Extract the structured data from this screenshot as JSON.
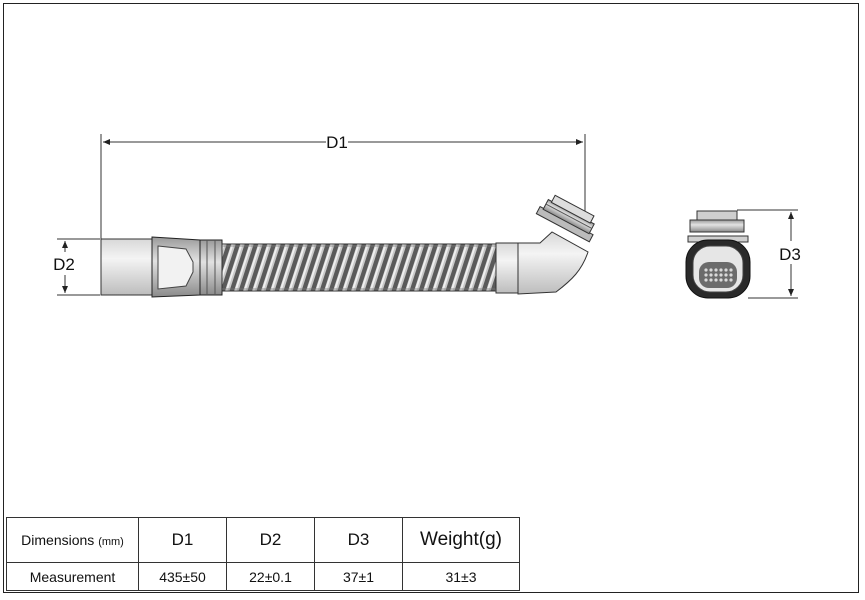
{
  "drawing": {
    "labels": {
      "d1": "D1",
      "d2": "D2",
      "d3": "D3"
    }
  },
  "table": {
    "header": {
      "dimensions_label": "Dimensions",
      "unit": "(mm)",
      "columns": [
        "D1",
        "D2",
        "D3",
        "Weight(g)"
      ]
    },
    "row": {
      "label": "Measurement",
      "values": [
        "435±50",
        "22±0.1",
        "37±1",
        "31±3"
      ]
    }
  }
}
